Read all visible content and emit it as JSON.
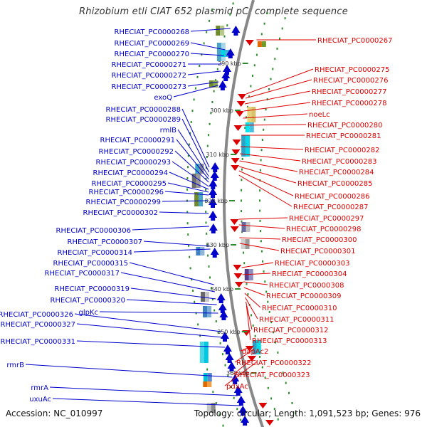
{
  "title": "Rhizobium etli CIAT 652 plasmid pC, complete sequence",
  "footer": {
    "accession": "Accession: NC_010997",
    "topology": "Topology: circular; Length: 1,091,523 bp; Genes: 976"
  },
  "colors": {
    "forward": "#0000cc",
    "reverse": "#dd0000",
    "backbone": "#888888",
    "orf_dots": "#2e8b2e"
  },
  "ticks": [
    "290 kbp",
    "300 kbp",
    "310 kbp",
    "320 kbp",
    "330 kbp",
    "340 kbp",
    "350 kbp",
    "360 kbp"
  ],
  "genes_forward": [
    "RHECIAT_PC0000268",
    "RHECIAT_PC0000269",
    "RHECIAT_PC0000270",
    "RHECIAT_PC0000271",
    "RHECIAT_PC0000272",
    "RHECIAT_PC0000273",
    "exoQ",
    "RHECIAT_PC0000288",
    "RHECIAT_PC0000289",
    "rmlB",
    "RHECIAT_PC0000291",
    "RHECIAT_PC0000292",
    "RHECIAT_PC0000293",
    "RHECIAT_PC0000294",
    "RHECIAT_PC0000295",
    "RHECIAT_PC0000296",
    "RHECIAT_PC0000299",
    "RHECIAT_PC0000302",
    "RHECIAT_PC0000306",
    "RHECIAT_PC0000307",
    "RHECIAT_PC0000314",
    "RHECIAT_PC0000315",
    "RHECIAT_PC0000317",
    "RHECIAT_PC0000319",
    "RHECIAT_PC0000320",
    "glpKc",
    "RHECIAT_PC0000326",
    "RHECIAT_PC0000327",
    "RHECIAT_PC0000331",
    "rmrB",
    "rmrA",
    "uxuAc"
  ],
  "genes_reverse": [
    "RHECIAT_PC0000267",
    "RHECIAT_PC0000275",
    "RHECIAT_PC0000276",
    "RHECIAT_PC0000277",
    "RHECIAT_PC0000278",
    "noeLc",
    "RHECIAT_PC0000280",
    "RHECIAT_PC0000281",
    "RHECIAT_PC0000282",
    "RHECIAT_PC0000283",
    "RHECIAT_PC0000284",
    "RHECIAT_PC0000285",
    "RHECIAT_PC0000286",
    "RHECIAT_PC0000287",
    "RHECIAT_PC0000297",
    "RHECIAT_PC0000298",
    "RHECIAT_PC0000300",
    "RHECIAT_PC0000301",
    "RHECIAT_PC0000303",
    "RHECIAT_PC0000304",
    "RHECIAT_PC0000308",
    "RHECIAT_PC0000309",
    "RHECIAT_PC0000310",
    "RHECIAT_PC0000311",
    "RHECIAT_PC0000312",
    "RHECIAT_PC0000313",
    "dapAc2",
    "RHECIAT_PC0000322",
    "RHECIAT_PC0000323",
    "pdxAc"
  ]
}
